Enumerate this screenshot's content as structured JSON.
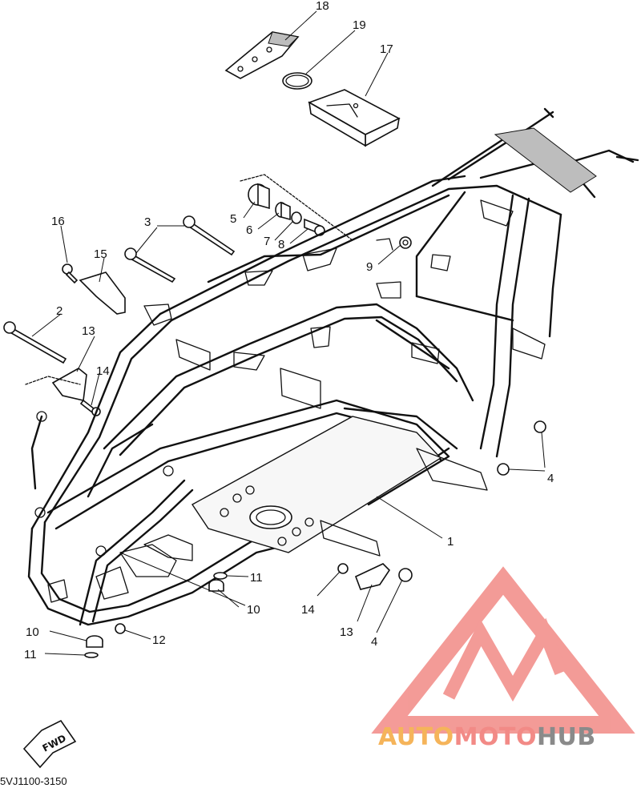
{
  "diagram": {
    "callouts": [
      {
        "id": "1",
        "label": "1"
      },
      {
        "id": "2",
        "label": "2"
      },
      {
        "id": "3",
        "label": "3"
      },
      {
        "id": "4a",
        "label": "4"
      },
      {
        "id": "4b",
        "label": "4"
      },
      {
        "id": "5",
        "label": "5"
      },
      {
        "id": "6",
        "label": "6"
      },
      {
        "id": "7",
        "label": "7"
      },
      {
        "id": "8",
        "label": "8"
      },
      {
        "id": "9",
        "label": "9"
      },
      {
        "id": "10a",
        "label": "10"
      },
      {
        "id": "10b",
        "label": "10"
      },
      {
        "id": "11a",
        "label": "11"
      },
      {
        "id": "11b",
        "label": "11"
      },
      {
        "id": "12",
        "label": "12"
      },
      {
        "id": "13a",
        "label": "13"
      },
      {
        "id": "13b",
        "label": "13"
      },
      {
        "id": "14a",
        "label": "14"
      },
      {
        "id": "14b",
        "label": "14"
      },
      {
        "id": "15",
        "label": "15"
      },
      {
        "id": "16",
        "label": "16"
      },
      {
        "id": "17",
        "label": "17"
      },
      {
        "id": "18",
        "label": "18"
      },
      {
        "id": "19",
        "label": "19"
      }
    ],
    "direction_label": "FWD",
    "drawing_code": "5VJ1100-3150"
  },
  "watermark": {
    "part1": "AUTO",
    "part2": "MOTO",
    "part3": "HUB",
    "colors": {
      "auto": "#f5b45a",
      "moto": "#f28a86",
      "hub": "#8a8a8a",
      "logo": "#f28a86"
    }
  }
}
